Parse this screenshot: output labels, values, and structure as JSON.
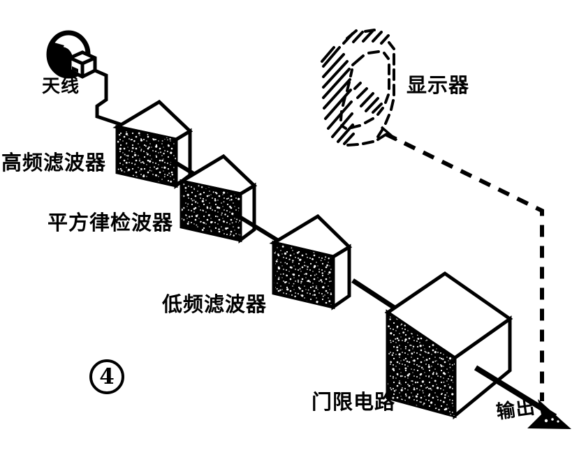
{
  "figure": {
    "number": "4",
    "title_labels": {
      "antenna": "天线",
      "high_frequency_filter": "高频滤波器",
      "square_law_detector": "平方律检波器",
      "low_frequency_filter": "低频滤波器",
      "threshold_circuit": "门限电路",
      "display": "显示器",
      "output": "输出"
    }
  },
  "colors": {
    "ink": "#000000",
    "paper": "#ffffff",
    "speckle": "#ffffff"
  },
  "blocks": [
    {
      "id": "hf-filter",
      "label": "高频滤波器",
      "order": 1
    },
    {
      "id": "sq-detector",
      "label": "平方律检波器",
      "order": 2
    },
    {
      "id": "lf-filter",
      "label": "低频滤波器",
      "order": 3
    },
    {
      "id": "threshold",
      "label": "门限电路",
      "order": 4
    }
  ],
  "nodes": [
    {
      "id": "antenna",
      "label": "天线",
      "kind": "dish-antenna"
    },
    {
      "id": "display",
      "label": "显示器",
      "kind": "crt-monitor"
    },
    {
      "id": "output",
      "label": "输出",
      "kind": "arrow"
    }
  ],
  "links": [
    {
      "from": "antenna",
      "to": "hf-filter",
      "style": "solid-cable"
    },
    {
      "from": "hf-filter",
      "to": "sq-detector",
      "style": "solid-arrow"
    },
    {
      "from": "sq-detector",
      "to": "lf-filter",
      "style": "solid-arrow"
    },
    {
      "from": "lf-filter",
      "to": "threshold",
      "style": "solid-arrow"
    },
    {
      "from": "threshold",
      "to": "output",
      "style": "solid-arrow"
    },
    {
      "from": "display",
      "to": "output",
      "style": "dashed"
    }
  ]
}
